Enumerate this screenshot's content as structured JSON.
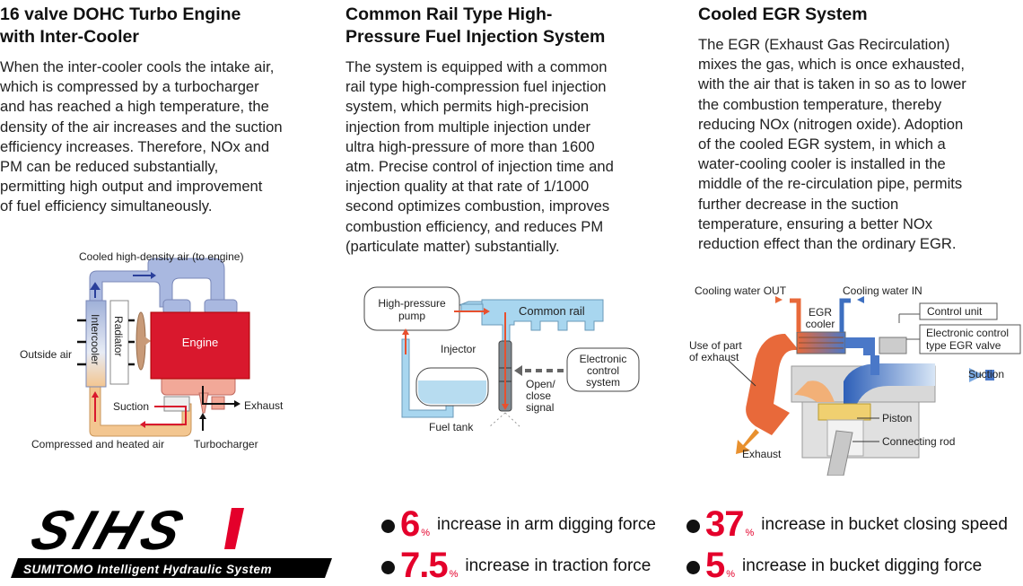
{
  "sections": [
    {
      "title_line1": "16 valve DOHC Turbo Engine",
      "title_line2": "with Inter-Cooler",
      "body_lines": [
        "When the inter-cooler cools the intake air,",
        "which is compressed by a turbocharger",
        "and has reached a high temperature, the",
        "density of the air increases and the suction",
        "efficiency increases. Therefore, NOx and",
        "PM can be reduced substantially,",
        "permitting high output and improvement",
        "of fuel efficiency simultaneously."
      ]
    },
    {
      "title_line1": "Common Rail Type High-",
      "title_line2": "Pressure Fuel Injection System",
      "body_lines": [
        "The system is equipped with a common",
        "rail type high-compression fuel injection",
        "system, which permits high-precision",
        "injection from multiple injection under",
        "ultra high-pressure of more than 1600",
        "atm. Precise control of injection time and",
        "injection quality at that rate of 1/1000",
        "second optimizes combustion, improves",
        "combustion efficiency, and reduces PM",
        "(particulate matter) substantially."
      ]
    },
    {
      "title_line1": "Cooled EGR System",
      "title_line2": "",
      "body_lines": [
        "The EGR (Exhaust Gas Recirculation)",
        "mixes the gas, which is once exhausted,",
        "with the air that is taken in so as to lower",
        "the combustion temperature, thereby",
        "reducing NOx (nitrogen oxide). Adoption",
        "of the cooled EGR system, in which a",
        "water-cooling cooler is installed in the",
        "middle of the re-circulation pipe, permits",
        "further decrease in the suction",
        "temperature, ensuring a better NOx",
        "reduction effect than the ordinary EGR."
      ]
    }
  ],
  "diagram_turbo": {
    "cooled_air": "Cooled high-density air (to engine)",
    "intercooler": "Intercooler",
    "radiator": "Radiator",
    "engine": "Engine",
    "outside_air": "Outside air",
    "suction": "Suction",
    "exhaust": "Exhaust",
    "compressed_air": "Compressed and heated air",
    "turbocharger": "Turbocharger"
  },
  "diagram_rail": {
    "pump_line1": "High-pressure",
    "pump_line2": "pump",
    "common_rail": "Common rail",
    "injector": "Injector",
    "ecs_line1": "Electronic",
    "ecs_line2": "control",
    "ecs_line3": "system",
    "signal_line1": "Open/",
    "signal_line2": "close",
    "signal_line3": "signal",
    "fuel_tank": "Fuel tank"
  },
  "diagram_egr": {
    "water_out": "Cooling water OUT",
    "water_in": "Cooling water IN",
    "egr_line1": "EGR",
    "egr_line2": "cooler",
    "control_unit": "Control unit",
    "valve_line1": "Electronic control",
    "valve_line2": "type EGR valve",
    "use_line1": "Use of part",
    "use_line2": "of exhaust",
    "suction": "Suction",
    "piston": "Piston",
    "connecting_rod": "Connecting rod",
    "exhaust": "Exhaust"
  },
  "logo": {
    "wordmark": "SIHS",
    "tagline": "SUMITOMO Intelligent Hydraulic System",
    "accent_color": "#e4002b"
  },
  "stats": [
    {
      "value": "6",
      "unit": "%",
      "text": "increase in arm digging force"
    },
    {
      "value": "37",
      "unit": "%",
      "text": "increase in bucket closing speed"
    },
    {
      "value": "7.5",
      "unit": "%",
      "text": "increase in traction force"
    },
    {
      "value": "5",
      "unit": "%",
      "text": "increase in bucket digging force"
    }
  ]
}
